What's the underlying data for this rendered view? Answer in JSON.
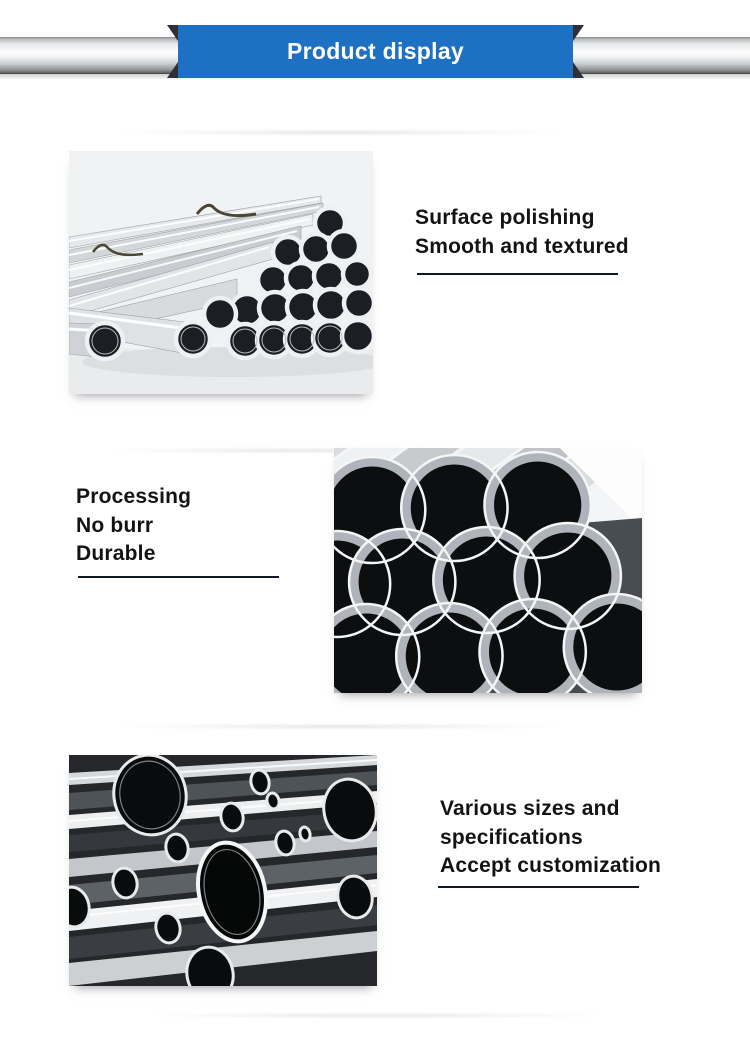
{
  "header": {
    "title": "Product display",
    "banner_color": "#1d70c2",
    "fold_color": "#2d3137",
    "bar_style": "metallic-pipe"
  },
  "sections": [
    {
      "photo_name": "polished-steel-pipes-bundle",
      "lines": [
        "Surface polishing",
        "Smooth and textured"
      ]
    },
    {
      "photo_name": "stacked-steel-pipe-ends",
      "lines": [
        "Processing",
        "No burr",
        "Durable"
      ]
    },
    {
      "photo_name": "chrome-pipes-various-sizes",
      "lines": [
        "Various sizes and",
        "specifications",
        "Accept customization"
      ]
    }
  ],
  "styles": {
    "heading_color": "#131313",
    "underline_color": "#101a26",
    "page_bg": "#ffffff"
  }
}
